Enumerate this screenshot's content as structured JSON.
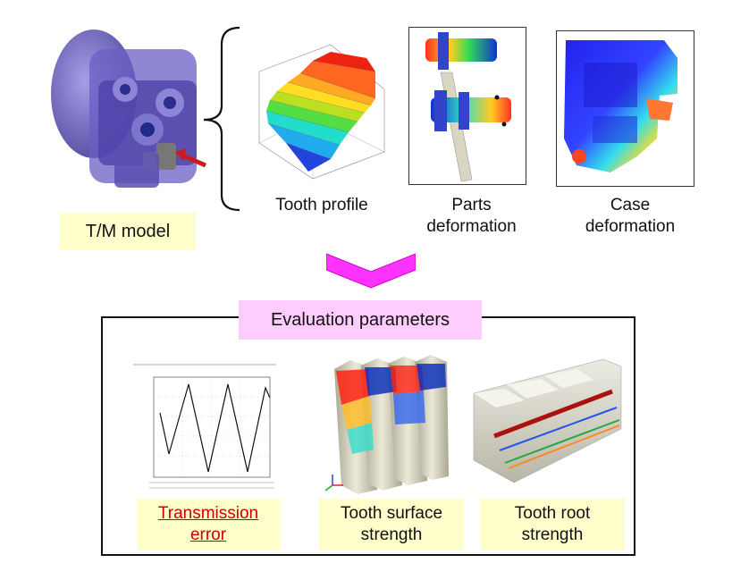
{
  "top": {
    "model_label": "T/M model",
    "tooth_profile_label": "Tooth profile",
    "parts_label_line1": "Parts",
    "parts_label_line2": "deformation",
    "case_label_line1": "Case",
    "case_label_line2": "deformation"
  },
  "bottom": {
    "title": "Evaluation parameters",
    "transmission_line1": "Transmission",
    "transmission_line2": "error",
    "surface_line1": "Tooth surface",
    "surface_line2": "strength",
    "root_line1": "Tooth root",
    "root_line2": "strength"
  },
  "colors": {
    "model_blue": "#5a4fb0",
    "arrow_red": "#cc1a1a",
    "chevron_magenta": "#ff33ff",
    "label_yellow": "#ffffcc",
    "title_pink": "#ffccff",
    "link_red": "#cc0000"
  },
  "icons": {
    "chevron": "chevron-down-icon",
    "bracket": "curly-brace-icon",
    "arrow": "red-arrow-icon"
  }
}
